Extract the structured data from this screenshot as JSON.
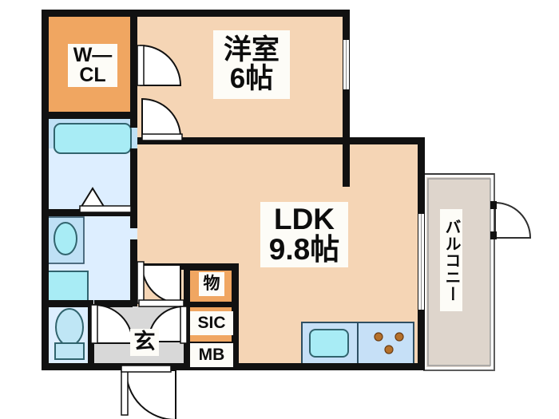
{
  "plan": {
    "type": "apartment-floor-plan",
    "layout_code": "1LDK",
    "palette": {
      "wall": "#111111",
      "room_floor": "#f5d5b5",
      "closet": "#f0a661",
      "bath_floor": "#ddeeff",
      "tub_fill": "#a8ecf5",
      "water_fixture": "#bfe6f5",
      "kitchen_counter": "#c6e0f7",
      "sink_fill": "#a8ecf5",
      "balcony": "#ded5cc",
      "entrance_floor": "#d8d8d8",
      "door_white": "#ffffff",
      "label_bg": "#fdfcf7",
      "burner": "#b5702a"
    },
    "labels": {
      "walk_in_closet": "W—\nCL",
      "western_room": "洋室\n6帖",
      "living_dining_kitchen": "LDK\n9.8帖",
      "balcony": "バルコニー",
      "storage": "物",
      "shoe_in_closet": "SIC",
      "meter_box": "MB",
      "entrance": "玄"
    },
    "rooms": [
      {
        "name": "walk-in-closet",
        "label": "W—CL",
        "fill": "closet"
      },
      {
        "name": "western-room",
        "label": "洋室 6帖",
        "size_jo": 6,
        "fill": "room_floor"
      },
      {
        "name": "ldk",
        "label": "LDK 9.8帖",
        "size_jo": 9.8,
        "fill": "room_floor"
      },
      {
        "name": "balcony",
        "label": "バルコニー",
        "fill": "balcony"
      },
      {
        "name": "bathroom",
        "label": "",
        "fill": "bath_floor"
      },
      {
        "name": "washroom",
        "label": "",
        "fill": "bath_floor"
      },
      {
        "name": "toilet",
        "label": "",
        "fill": "bath_floor"
      },
      {
        "name": "entrance",
        "label": "玄",
        "fill": "entrance_floor"
      },
      {
        "name": "storage",
        "label": "物",
        "fill": "closet"
      },
      {
        "name": "shoe-in-closet",
        "label": "SIC",
        "fill": "closet"
      },
      {
        "name": "meter-box",
        "label": "MB",
        "fill": "label_bg"
      }
    ],
    "fixtures": [
      {
        "name": "bathtub",
        "room": "bathroom"
      },
      {
        "name": "washbasin",
        "room": "washroom"
      },
      {
        "name": "washing-machine-space",
        "room": "washroom"
      },
      {
        "name": "toilet-bowl",
        "room": "toilet"
      },
      {
        "name": "kitchen-sink",
        "room": "ldk"
      },
      {
        "name": "stove-burners",
        "room": "ldk",
        "burner_count": 3
      }
    ],
    "doors": [
      {
        "name": "wcl-door",
        "type": "swing"
      },
      {
        "name": "western-room-door",
        "type": "swing"
      },
      {
        "name": "ldk-hall-door",
        "type": "swing"
      },
      {
        "name": "bathroom-door",
        "type": "folding"
      },
      {
        "name": "washroom-door",
        "type": "swing"
      },
      {
        "name": "toilet-door",
        "type": "swing"
      },
      {
        "name": "sic-door",
        "type": "swing"
      },
      {
        "name": "front-door",
        "type": "swing"
      },
      {
        "name": "balcony-door",
        "type": "swing"
      }
    ],
    "windows": [
      {
        "name": "bedroom-window",
        "wall": "east"
      },
      {
        "name": "ldk-sliding-door",
        "wall": "east"
      }
    ]
  }
}
